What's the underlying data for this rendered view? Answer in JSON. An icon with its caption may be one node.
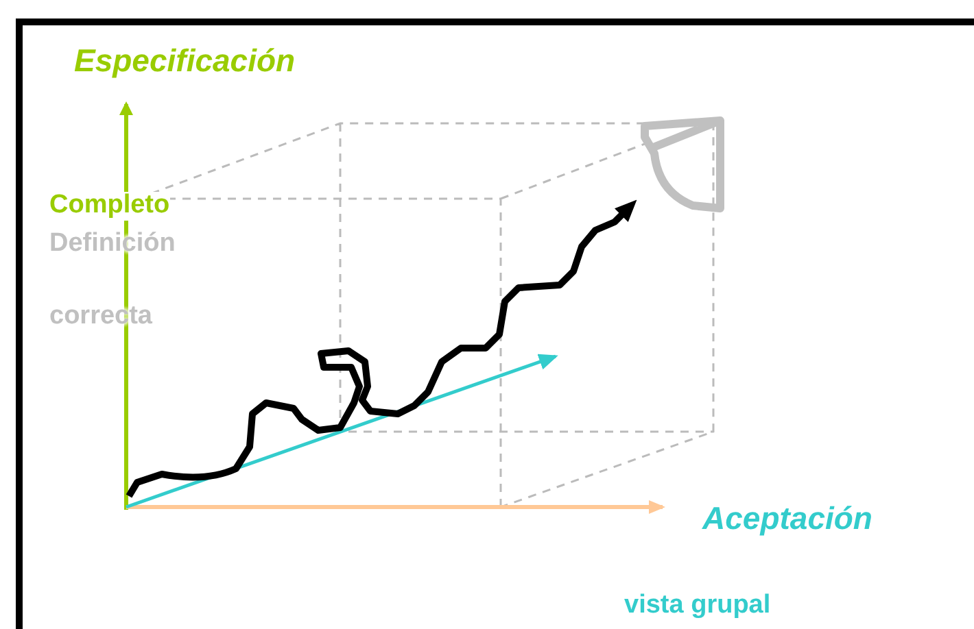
{
  "diagram": {
    "labels": [
      "Especificación",
      "Completo",
      "Definición correcta",
      "Aceptación",
      "vista grupal"
    ]
  }
}
